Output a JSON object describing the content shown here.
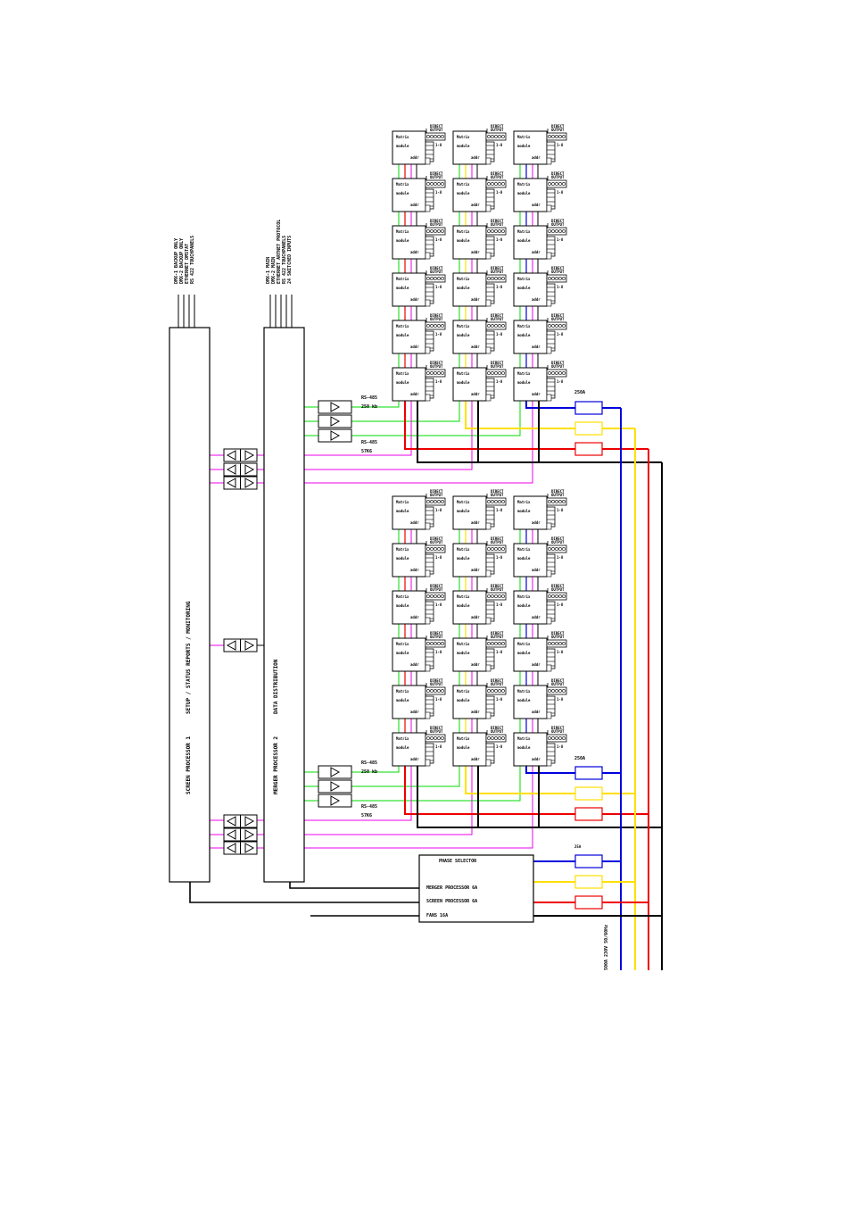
{
  "processors": {
    "screen_label": "SCREEN PROCESSOR 1",
    "screen_sub": "SETUP / STATUS REPORTS / MONITORING",
    "merger_label": "MERGER PROCESSOR 2",
    "merger_sub": "DATA DISTRIBUTION"
  },
  "screen_inputs": [
    "DMX-1 BACKUP ONLY",
    "DMX-2 BACKUP ONLY",
    "ETHERNET DMSTAT",
    "RS 422 TOUCHPANELS"
  ],
  "merger_inputs": [
    "DMX-1 MAIN",
    "DMX-2 MAIN",
    "ETHERNET    ARTNET PROTOCOL",
    "RS 422 TOUCHPANELS",
    "24 SWITCHED INPUTS"
  ],
  "module": {
    "line1": "Matrix",
    "line2": "module",
    "addr": "addr",
    "direct_line1": "DIRECT",
    "direct_line2": "OUTPUT",
    "range": "1-8"
  },
  "bus": {
    "rs485_a_line1": "RS-485",
    "rs485_a_line2": "250 kb",
    "rs485_b_line1": "RS-485",
    "rs485_b_line2": "57K6"
  },
  "breakers": {
    "bank": "250A",
    "selector": "25A"
  },
  "phase_selector": {
    "title": "PHASE SELECTOR",
    "merger": "MERGER PROCESSOR 6A",
    "screen": "SCREEN PROCESSOR  6A",
    "fans": "FANS 16A"
  },
  "supply": "500A 230V  50/60Hz",
  "colors": {
    "phase_l1": "#0000dd",
    "phase_l2": "#ffe000",
    "phase_l3": "#ee0000",
    "data_bus": "#00dd00",
    "status_bus": "#ee00ee",
    "neutral": "#000000"
  }
}
